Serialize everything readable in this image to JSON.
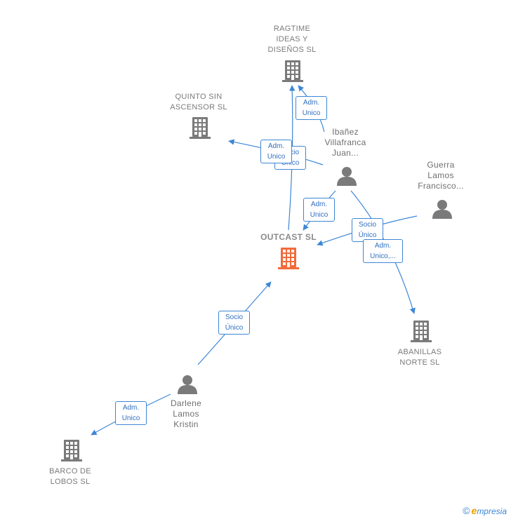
{
  "nodes": {
    "ragtime": {
      "label": "RAGTIME\nIDEAS Y\nDISEÑOS  SL",
      "kind": "company",
      "color": "#7a7a7a"
    },
    "quinto": {
      "label": "QUINTO SIN\nASCENSOR  SL",
      "kind": "company",
      "color": "#7a7a7a"
    },
    "outcast": {
      "label": "OUTCAST  SL",
      "kind": "company",
      "color": "#f26a3a"
    },
    "abanillas": {
      "label": "ABANILLAS\nNORTE  SL",
      "kind": "company",
      "color": "#7a7a7a"
    },
    "barco": {
      "label": "BARCO DE\nLOBOS  SL",
      "kind": "company",
      "color": "#7a7a7a"
    },
    "ibanez": {
      "label": "Ibañez\nVillafranca\nJuan...",
      "kind": "person",
      "color": "#7a7a7a"
    },
    "guerra": {
      "label": "Guerra\nLamos\nFrancisco...",
      "kind": "person",
      "color": "#7a7a7a"
    },
    "darlene": {
      "label": "Darlene\nLamos\nKristin",
      "kind": "person",
      "color": "#7a7a7a"
    }
  },
  "relations": {
    "ibanez_ragtime": [
      "Adm.",
      "Unico"
    ],
    "ibanez_quinto_back": [
      "Socio",
      "Único"
    ],
    "ibanez_quinto": [
      "Adm.",
      "Unico"
    ],
    "ibanez_outcast": [
      "Adm.",
      "Unico"
    ],
    "guerra_outcast": [
      "Socio",
      "Único"
    ],
    "guerra_abanillas": [
      "Adm.",
      "Unico,..."
    ],
    "darlene_outcast": [
      "Socio",
      "Único"
    ],
    "darlene_barco": [
      "Adm.",
      "Unico"
    ]
  },
  "footer": {
    "copyright": "©",
    "brand_initial": "e",
    "brand_rest": "mpresia"
  },
  "colors": {
    "edge": "#3d86d6",
    "company": "#7a7a7a",
    "focus": "#f26a3a"
  }
}
